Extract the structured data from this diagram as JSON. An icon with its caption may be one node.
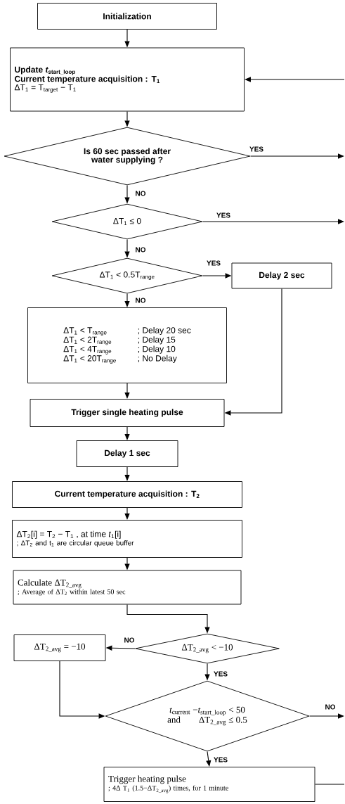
{
  "diagram": {
    "nodes": [
      {
        "text": [
          "Initialization"
        ]
      },
      {
        "text": [
          "\\text{Update }\\textit{t}_{\\text{start\\_loop}}",
          "Current temperature acquisition : T$_{1}$",
          "ΔT$_{1}$ = T$_{target}$ − T$_{1}$"
        ]
      },
      {
        "text": [
          "Is 60 sec passed after water supplying ?"
        ]
      },
      {
        "text": [
          "ΔT$_{1}$ ≤ 0"
        ]
      },
      {
        "text": [
          "ΔT$_{1}$ < 0.5T$_{range}$"
        ]
      },
      {
        "text": [
          "Delay 2 sec"
        ]
      },
      {
        "text": [
          "ΔT$_{1}$ < T$_{range}$",
          "; Delay 20 sec",
          "ΔT$_{1}$ < 2T$_{range}$",
          "; Delay 15",
          "ΔT$_{1}$ < 4T$_{range}$",
          "; Delay 10",
          "ΔT$_{1}$ < 20T$_{range}$",
          "; No Delay"
        ]
      },
      {
        "text": [
          "Trigger single heating pulse"
        ]
      },
      {
        "text": [
          "Delay 1 sec"
        ]
      },
      {
        "text": [
          "Current temperature acquisition : T$_{2}$"
        ]
      },
      {
        "text": [
          "ΔT$_{2}$[i] = T$_{2}$ − T$_{1}$ ,   at time *t*$_{1}$[i]",
          "; ΔT$_{2}$ and t$_{1}$ are circular queue buffer"
        ]
      },
      {
        "text": [
          "\\text{Calculate ΔT}_{\\text{2\\_avg}}",
          "; Average of ΔT$_{2}$ within latest 50 sec"
        ]
      },
      {
        "text": [
          "\\text{ΔT}_{\\text{2\\_avg}}\\text{ < −10}"
        ]
      },
      {
        "text": [
          "\\text{ΔT}_{\\text{2\\_avg}}\\text{ = −10}"
        ]
      },
      {
        "text": [
          "\\textit{t}_{\\text{current}}\\text{ −}\\textit{t}_{\\text{start\\_loop}}\\text{ <  50}",
          "\\text{and}\\qquad\\text{ΔT}_{\\text{2\\_avg}}\\text{ ≤ 0.5}"
        ]
      },
      {
        "text": [
          "Trigger heating pulse",
          "\\text{; 4Δ T}_{\\text{1}}\\text{ (1.5−ΔT}_{\\text{2\\_avg}}\\text{) times, for 1 minute}"
        ]
      }
    ],
    "edges": [
      {
        "from": 0,
        "to": 1,
        "arrow": "to"
      },
      {
        "from": null,
        "to": 1,
        "arrow": "to"
      },
      {
        "from": 1,
        "to": 2,
        "arrow": "to"
      },
      {
        "from": 2,
        "to": null,
        "arrow": "to",
        "label": "YES"
      },
      {
        "from": 2,
        "to": 3,
        "arrow": "to",
        "label": "NO"
      },
      {
        "from": 3,
        "to": null,
        "arrow": "to",
        "label": "YES"
      },
      {
        "from": 3,
        "to": 4,
        "arrow": "to",
        "label": "NO"
      },
      {
        "from": 4,
        "to": 5,
        "arrow": "to",
        "label": "YES"
      },
      {
        "from": 4,
        "to": 6,
        "arrow": "to",
        "label": "NO"
      },
      {
        "from": 6,
        "to": 7,
        "arrow": "to"
      },
      {
        "from": 5,
        "to": 7,
        "arrow": "to"
      },
      {
        "from": 7,
        "to": 8,
        "arrow": "to"
      },
      {
        "from": 8,
        "to": 9,
        "arrow": "to"
      },
      {
        "from": 9,
        "to": 10,
        "arrow": "to"
      },
      {
        "from": 10,
        "to": 11,
        "arrow": "to"
      },
      {
        "from": 11,
        "to": 12,
        "arrow": "to"
      },
      {
        "from": 12,
        "to": 13,
        "arrow": "to",
        "label": "NO"
      },
      {
        "from": 12,
        "to": 14,
        "arrow": "to",
        "label": "YES"
      },
      {
        "from": 13,
        "to": 14,
        "arrow": "to"
      },
      {
        "from": 14,
        "to": null,
        "arrow": "to",
        "label": "NO"
      },
      {
        "from": 14,
        "to": 15,
        "arrow": "to",
        "label": "YES"
      },
      {
        "from": 15,
        "to": null,
        "arrow": "none"
      }
    ]
  }
}
